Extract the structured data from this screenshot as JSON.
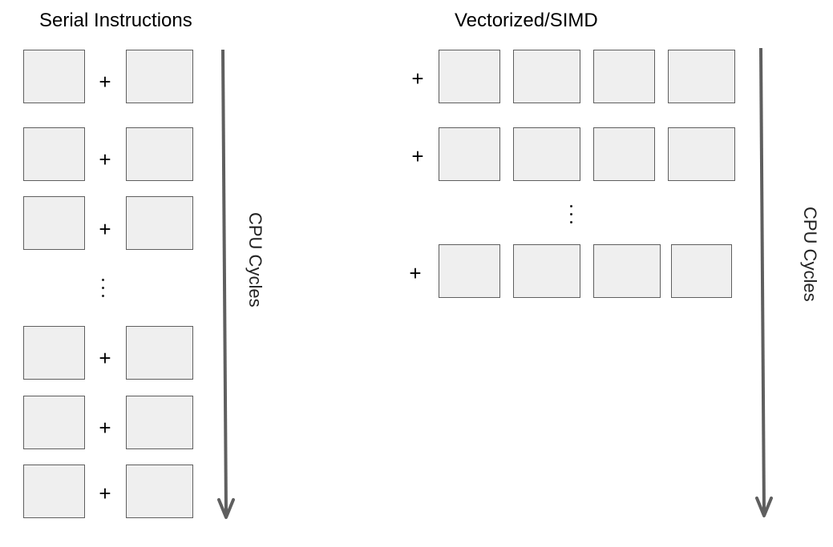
{
  "serial": {
    "title": "Serial Instructions",
    "operator": "+",
    "rows_before_ellipsis": 3,
    "rows_after_ellipsis": 3,
    "axis_label": "CPU Cycles"
  },
  "simd": {
    "title": "Vectorized/SIMD",
    "operator": "+",
    "lanes_per_row": 4,
    "rows_before_ellipsis": 2,
    "rows_after_ellipsis": 1,
    "axis_label": "CPU Cycles"
  },
  "colors": {
    "box_fill": "#efefef",
    "box_border": "#5f5f5f",
    "arrow": "#5f5f5f"
  }
}
